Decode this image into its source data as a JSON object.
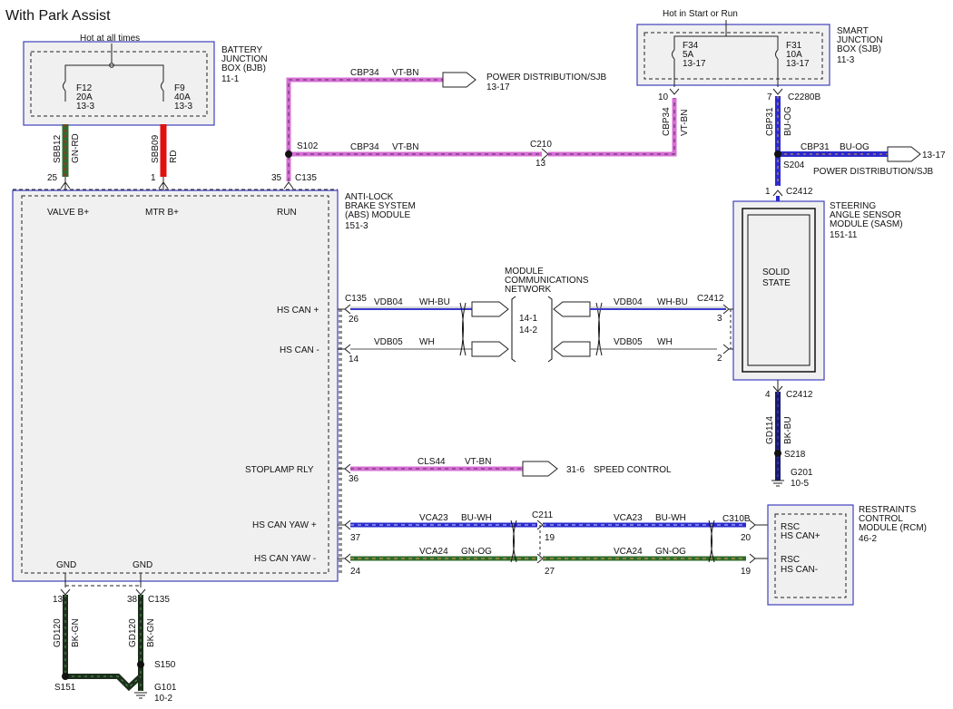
{
  "title": "With Park Assist",
  "bjb": {
    "name_lines": [
      "BATTERY",
      "JUNCTION",
      "BOX (BJB)",
      "11-1"
    ],
    "hot_label": "Hot at all times",
    "fuse1": {
      "name": "F12",
      "rating": "20A",
      "ref": "13-3"
    },
    "fuse2": {
      "name": "F9",
      "rating": "40A",
      "ref": "13-3"
    }
  },
  "sjb": {
    "name_lines": [
      "SMART",
      "JUNCTION",
      "BOX (SJB)",
      "11-3"
    ],
    "hot_label": "Hot in Start or Run",
    "fuse1": {
      "name": "F34",
      "rating": "5A",
      "ref": "13-17"
    },
    "fuse2": {
      "name": "F31",
      "rating": "10A",
      "ref": "13-17"
    },
    "pin_left": "10",
    "pin_right": "7",
    "connector": "C2280B"
  },
  "abs": {
    "name_lines": [
      "ANTI-LOCK",
      "BRAKE SYSTEM",
      "(ABS) MODULE",
      "151-3"
    ],
    "pins": {
      "valve": "VALVE B+",
      "mtr": "MTR B+",
      "run": "RUN",
      "hs_can_plus": "HS CAN +",
      "hs_can_minus": "HS CAN -",
      "stoplamp": "STOPLAMP RLY",
      "yaw_plus": "HS CAN YAW +",
      "yaw_minus": "HS CAN YAW -",
      "gnd1": "GND",
      "gnd2": "GND"
    }
  },
  "sasm": {
    "name_lines": [
      "STEERING",
      "ANGLE SENSOR",
      "MODULE (SASM)",
      "151-11"
    ],
    "inner_lines": [
      "SOLID",
      "STATE"
    ]
  },
  "rcm": {
    "name_lines": [
      "RESTRAINTS",
      "CONTROL",
      "MODULE (RCM)",
      "46-2"
    ],
    "pin1_lines": [
      "RSC",
      "HS CAN+"
    ],
    "pin2_lines": [
      "RSC",
      "HS CAN-"
    ]
  },
  "mcn": {
    "name_lines": [
      "MODULE",
      "COMMUNICATIONS",
      "NETWORK"
    ],
    "ref1": "14-1",
    "ref2": "14-2"
  },
  "wires": {
    "sbb12": {
      "circuit": "SBB12",
      "color": "GN-RD"
    },
    "sbb09": {
      "circuit": "SBB09",
      "color": "RD"
    },
    "cbp34_top": {
      "circuit": "CBP34",
      "color": "VT-BN"
    },
    "cbp34_mid": {
      "circuit": "CBP34",
      "color": "VT-BN"
    },
    "cbp34_vert": {
      "circuit": "CBP34",
      "color": "VT-BN"
    },
    "cbp31_vert": {
      "circuit": "CBP31",
      "color": "BU-OG"
    },
    "cbp31_h": {
      "circuit": "CBP31",
      "color": "BU-OG"
    },
    "vdb04_l": {
      "circuit": "VDB04",
      "color": "WH-BU"
    },
    "vdb05_l": {
      "circuit": "VDB05",
      "color": "WH"
    },
    "vdb04_r": {
      "circuit": "VDB04",
      "color": "WH-BU"
    },
    "vdb05_r": {
      "circuit": "VDB05",
      "color": "WH"
    },
    "gd114": {
      "circuit": "GD114",
      "color": "BK-BU"
    },
    "cls44": {
      "circuit": "CLS44",
      "color": "VT-BN"
    },
    "vca23_l": {
      "circuit": "VCA23",
      "color": "BU-WH"
    },
    "vca23_r": {
      "circuit": "VCA23",
      "color": "BU-WH"
    },
    "vca24_l": {
      "circuit": "VCA24",
      "color": "GN-OG"
    },
    "vca24_r": {
      "circuit": "VCA24",
      "color": "GN-OG"
    },
    "gd120_a": {
      "circuit": "GD120",
      "color": "BK-GN"
    },
    "gd120_b": {
      "circuit": "GD120",
      "color": "BK-GN"
    }
  },
  "pins": {
    "p25": "25",
    "p1": "1",
    "p35": "35",
    "c135_top": "C135",
    "p26": "26",
    "p14": "14",
    "c135_mid": "C135",
    "p36": "36",
    "p37": "37",
    "p24": "24",
    "c211": "C211",
    "p19": "19",
    "p27": "27",
    "c310b": "C310B",
    "p20": "20",
    "p19r": "19",
    "c2412_a": "C2412",
    "p1_sasm": "1",
    "c2412_b": "C2412",
    "p3": "3",
    "p2": "2",
    "c2412_c": "C2412",
    "p4": "4",
    "p13": "13",
    "p38": "38",
    "c135_bot": "C135",
    "c210": "C210",
    "p13_c210": "13"
  },
  "splices": {
    "s102": "S102",
    "s204": "S204",
    "s218": "S218",
    "s150": "S150",
    "s151": "S151"
  },
  "grounds": {
    "g201": [
      "G201",
      "10-5"
    ],
    "g101": [
      "G101",
      "10-2"
    ]
  },
  "refs": {
    "pd_sjb_1": [
      "POWER DISTRIBUTION/SJB",
      "13-17"
    ],
    "pd_sjb_2_num": "13-17",
    "pd_sjb_2_text": "POWER DISTRIBUTION/SJB",
    "speed_ref": "31-6",
    "speed_text": "SPEED CONTROL"
  },
  "colors": {
    "module_border": "#3f3fbf",
    "violet": "#d66fd6",
    "blue": "#2b2bcc",
    "green": "#2f6b2f",
    "red": "#e01010",
    "black": "#111111"
  }
}
